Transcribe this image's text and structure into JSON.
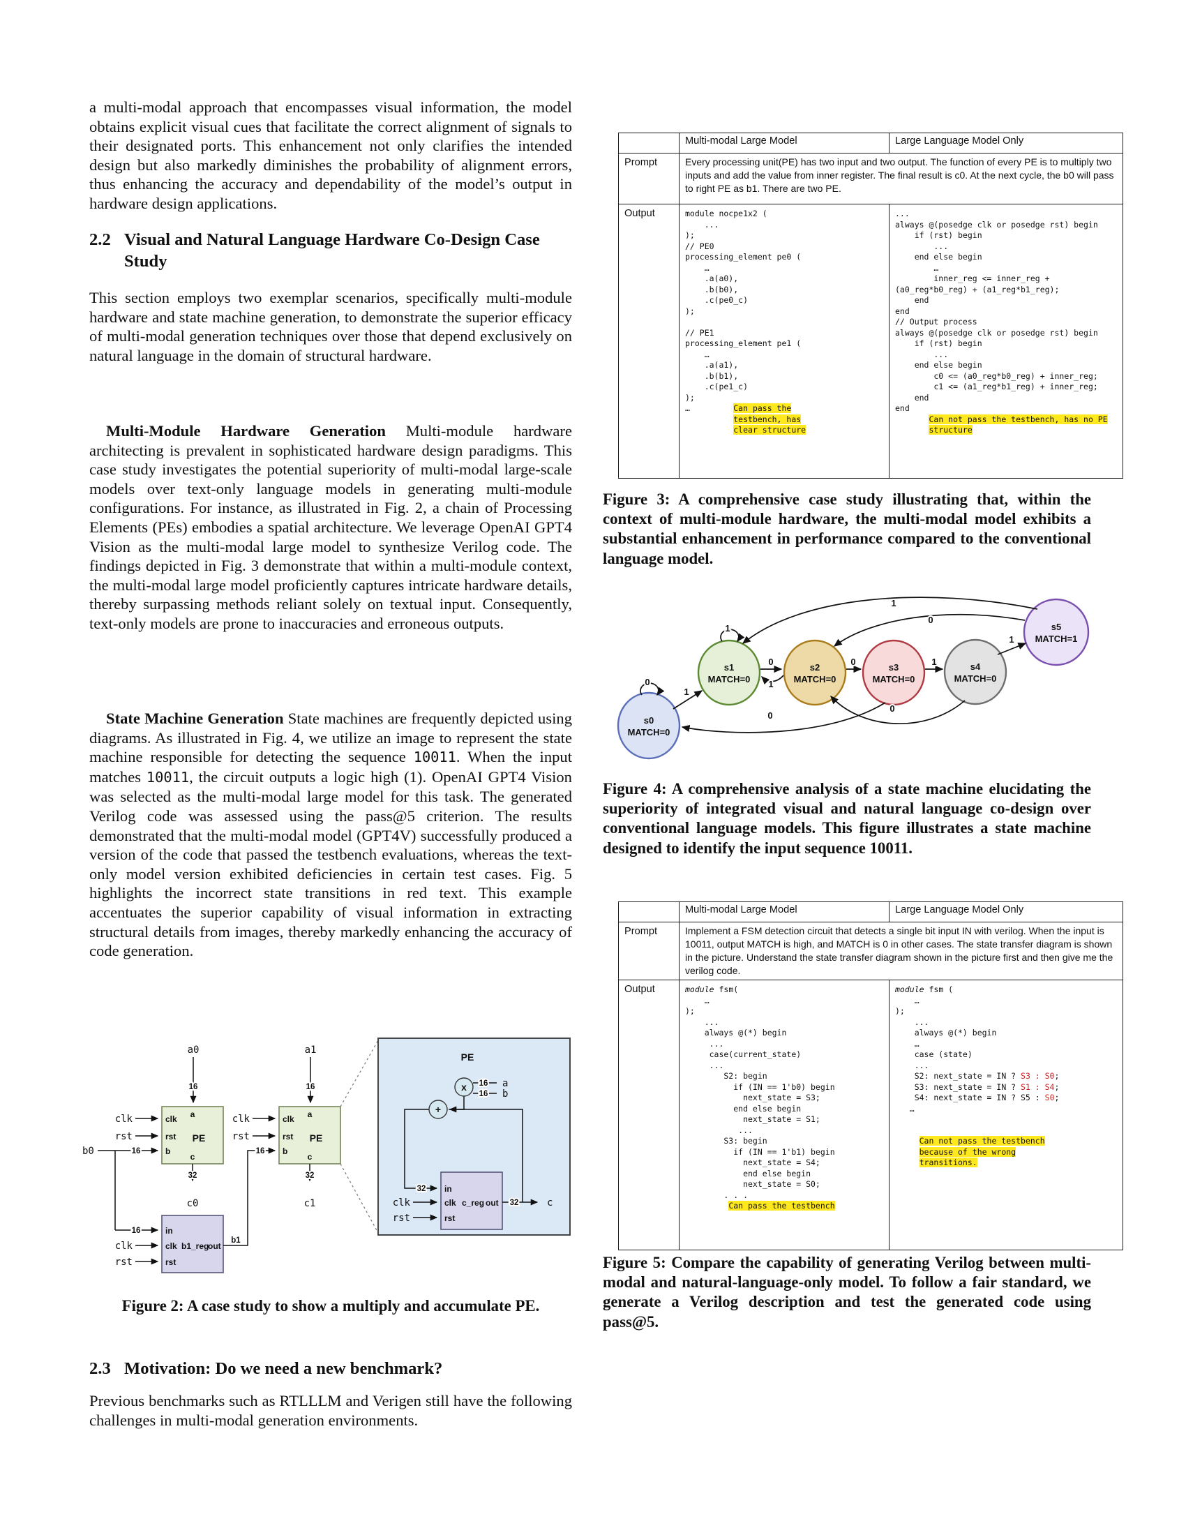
{
  "left": {
    "intro": [
      {
        "t": "a multi-modal approach that encompasses visual information, the model obtains explicit visual cues that facilitate the correct alignment of signals to their designated ports. This enhancement not only clarifies the intended design but also markedly diminishes the probability of alignment errors, thus enhancing the accuracy and dependability of the model’s output in hardware design applications."
      }
    ],
    "sec22": {
      "num": "2.2",
      "title": "Visual and Natural Language Hardware Co-Design Case Study"
    },
    "para1": "This section employs two exemplar scenarios, specifically multi-module hardware and state machine generation, to demonstrate the superior efficacy of multi-modal generation techniques over those that depend exclusively on natural language in the domain of structural hardware.",
    "para2": [
      {
        "t": "Multi-Module Hardware Generation",
        "b": 1
      },
      {
        "t": "  Multi-module hardware architecting is prevalent in sophisticated hardware design paradigms. This case study investigates the potential superiority of multi-modal large-scale models over text-only language models in generating multi-module configurations. For instance, as illustrated in Fig. 2, a chain of Processing Elements (PEs) embodies a spatial architecture. We leverage OpenAI GPT4 Vision as the multi-modal large model to synthesize Verilog code. The findings depicted in Fig. 3 demonstrate that within a multi-module context, the multi-modal large model proficiently captures intricate hardware details, thereby surpassing methods reliant solely on textual input. Consequently, text-only models are prone to inaccuracies and erroneous outputs."
      }
    ],
    "para3": [
      {
        "t": "State Machine Generation",
        "b": 1
      },
      {
        "t": "  State machines are frequently depicted using diagrams. As illustrated in Fig. 4, we utilize an image to represent the state machine responsible for detecting the sequence "
      },
      {
        "t": "10011",
        "m": 1
      },
      {
        "t": ". When the input matches "
      },
      {
        "t": "10011",
        "m": 1
      },
      {
        "t": ", the circuit outputs a logic high (1). OpenAI GPT4 Vision was selected as the multi-modal large model for this task. The generated Verilog code was assessed using the pass@5 criterion. The results demonstrated that the multi-modal model (GPT4V) successfully produced a version of the code that passed the testbench evaluations, whereas the text-only model version exhibited deficiencies in certain test cases. Fig. 5 highlights the incorrect state transitions in red text. This example accentuates the superior capability of visual information in extracting structural details from images, thereby markedly enhancing the accuracy of code generation."
      }
    ],
    "sec23": {
      "num": "2.3",
      "title": "Motivation: Do we need a new benchmark?"
    },
    "para4": "Previous benchmarks such as RTLLLM and Verigen still have the following challenges in multi-modal generation environments."
  },
  "fig2": {
    "caption": "Figure 2: A case study to show a multiply and accumulate PE.",
    "labels": {
      "a0": "a0",
      "a1": "a1",
      "b0": "b0",
      "b1": "b1",
      "c0": "c0",
      "c1": "c1",
      "c": "c",
      "clk": "clk",
      "rst": "rst",
      "in": "in",
      "out": "out",
      "a": "a",
      "b": "b",
      "cport": "c",
      "pe": "PE",
      "b1_reg": "b1_reg",
      "c_reg": "c_reg",
      "mul": "x",
      "add": "+",
      "w16": "16",
      "w32": "32"
    }
  },
  "fig3": {
    "headers": [
      "",
      "Multi-modal Large Model",
      "Large Language Model Only"
    ],
    "row_prompt": "Prompt",
    "row_output": "Output",
    "prompt": "Every processing unit(PE) has two input and two output. The function of every PE is to multiply two inputs and add the value from inner register. The final result is c0. At the next cycle, the b0 will pass to right PE as b1. There are two PE.",
    "code_left": [
      "module nocpe1x2 (",
      "    ...",
      ");",
      "// PE0",
      "processing_element pe0 (",
      "    …",
      "    .a(a0),",
      "    .b(b0),",
      "    .c(pe0_c)",
      ");",
      "",
      "// PE1",
      "processing_element pe1 (",
      "    …",
      "    .a(a1),",
      "    .b(b1),",
      "    .c(pe1_c)",
      ");",
      [
        {
          "t": "…         "
        },
        {
          "t": "Can pass the",
          "h": 1
        }
      ],
      [
        {
          "t": "          "
        },
        {
          "t": "testbench, has",
          "h": 1
        }
      ],
      [
        {
          "t": "          "
        },
        {
          "t": "clear structure",
          "h": 1
        }
      ]
    ],
    "code_right": [
      "...",
      "always @(posedge clk or posedge rst) begin",
      "    if (rst) begin",
      "        ...",
      "    end else begin",
      "        …",
      "        inner_reg <= inner_reg +",
      "(a0_reg*b0_reg) + (a1_reg*b1_reg);",
      "    end",
      "end",
      "// Output process",
      "always @(posedge clk or posedge rst) begin",
      "    if (rst) begin",
      "        ...",
      "    end else begin",
      "        c0 <= (a0_reg*b0_reg) + inner_reg;",
      "        c1 <= (a1_reg*b1_reg) + inner_reg;",
      "    end",
      "end",
      [
        {
          "t": "       "
        },
        {
          "t": "Can not pass the testbench, has no PE",
          "h": 1
        }
      ],
      [
        {
          "t": "       "
        },
        {
          "t": "structure",
          "h": 1
        }
      ]
    ],
    "caption": "Figure 3: A comprehensive case study illustrating that, within the context of multi-module hardware, the multi-modal model exhibits a substantial enhancement in performance compared to the conventional language model."
  },
  "fig4": {
    "states": [
      {
        "id": "s0",
        "match": "MATCH=0",
        "fill": "#dce3f5",
        "stroke": "#5b6fb8"
      },
      {
        "id": "s1",
        "match": "MATCH=0",
        "fill": "#e6f0d9",
        "stroke": "#5c8a33"
      },
      {
        "id": "s2",
        "match": "MATCH=0",
        "fill": "#eedaa6",
        "stroke": "#a97c1d"
      },
      {
        "id": "s3",
        "match": "MATCH=0",
        "fill": "#f8dadb",
        "stroke": "#b03a44"
      },
      {
        "id": "s4",
        "match": "MATCH=0",
        "fill": "#e3e3e3",
        "stroke": "#6e6e6e"
      },
      {
        "id": "s5",
        "match": "MATCH=1",
        "fill": "#ebe3f7",
        "stroke": "#7a4fae"
      }
    ],
    "edges": [
      {
        "from": "s0",
        "to": "s0",
        "label": "0"
      },
      {
        "from": "s0",
        "to": "s1",
        "label": "1"
      },
      {
        "from": "s1",
        "to": "s1",
        "label": "1"
      },
      {
        "from": "s1",
        "to": "s2",
        "label": "0"
      },
      {
        "from": "s2",
        "to": "s1",
        "label": "1"
      },
      {
        "from": "s2",
        "to": "s3",
        "label": "0"
      },
      {
        "from": "s3",
        "to": "s4",
        "label": "1"
      },
      {
        "from": "s4",
        "to": "s5",
        "label": "1"
      },
      {
        "from": "s5",
        "to": "s1",
        "label": "1"
      },
      {
        "from": "s5",
        "to": "s2",
        "label": "0"
      },
      {
        "from": "s3",
        "to": "s0",
        "label": "0"
      },
      {
        "from": "s4",
        "to": "s2",
        "label": "0"
      }
    ],
    "caption": "Figure 4: A comprehensive analysis of a state machine elucidating the superiority of integrated visual and natural language co-design over conventional language models. This figure illustrates a state machine designed to identify the input sequence 10011."
  },
  "fig5": {
    "headers": [
      "",
      "Multi-modal Large Model",
      "Large Language Model Only"
    ],
    "row_prompt": "Prompt",
    "row_output": "Output",
    "prompt": "Implement a FSM detection circuit that detects a single bit input IN with verilog. When the input is 10011, output MATCH is high, and MATCH is 0 in other cases. The state transfer diagram is shown in the picture. Understand the state transfer diagram shown in the picture first and then give me the verilog code.",
    "code_left": [
      [
        {
          "t": "module",
          "i": 1
        },
        {
          "t": " fsm("
        }
      ],
      "    …",
      ");",
      "    ...",
      "    always @(*) begin",
      "     ...",
      "     case(current_state)",
      "     ...",
      "        S2: begin",
      "          if (IN == 1'b0) begin",
      "            next_state = S3;",
      "          end else begin",
      "            next_state = S1;",
      "           ...",
      "        S3: begin",
      "          if (IN == 1'b1) begin",
      "            next_state = S4;",
      "            end else begin",
      "            next_state = S0;",
      "        . . .",
      [
        {
          "t": "         "
        },
        {
          "t": "Can pass the testbench",
          "h": 1
        }
      ]
    ],
    "code_right": [
      [
        {
          "t": "module",
          "i": 1
        },
        {
          "t": " fsm ("
        }
      ],
      "    …",
      ");",
      "    ...",
      "    always @(*) begin",
      "    …",
      "    case (state)",
      "    ...",
      [
        {
          "t": "    S2: next_state = IN ? "
        },
        {
          "t": "S3 : S0",
          "c": "red"
        },
        {
          "t": ";"
        }
      ],
      [
        {
          "t": "    S3: next_state = IN ? "
        },
        {
          "t": "S1 : S4",
          "c": "red"
        },
        {
          "t": ";"
        }
      ],
      [
        {
          "t": "    S4: next_state = IN ? S5 : "
        },
        {
          "t": "S0",
          "c": "red"
        },
        {
          "t": ";"
        }
      ],
      "   …",
      "",
      "",
      [
        {
          "t": "     "
        },
        {
          "t": "Can not pass the testbench",
          "h": 1
        }
      ],
      [
        {
          "t": "     "
        },
        {
          "t": "because of the wrong",
          "h": 1
        }
      ],
      [
        {
          "t": "     "
        },
        {
          "t": "transitions.",
          "h": 1
        }
      ]
    ],
    "caption": "Figure 5: Compare the capability of generating Verilog between multi-modal and natural-language-only model. To follow a fair standard, we generate a Verilog description and test the generated code using pass@5."
  },
  "colors": {
    "highlight": "#ffe81e",
    "error_red": "#d32121"
  }
}
